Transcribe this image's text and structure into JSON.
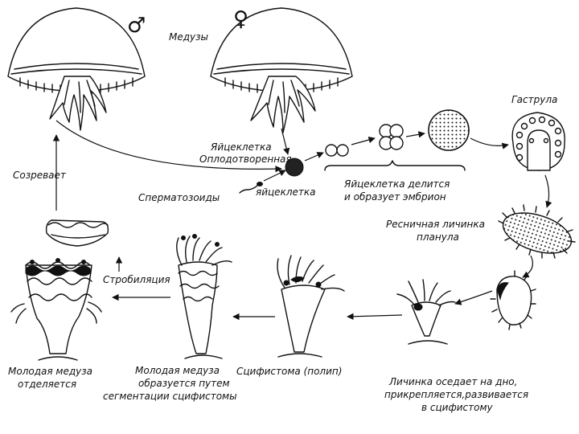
{
  "symbols": {
    "male": "♂",
    "female": "♀"
  },
  "labels": {
    "medusae": "Медузы",
    "egg": "Яйцеклетка",
    "fertilized_1": "Оплодотворенная",
    "fertilized_2": "яйцеклетка",
    "sperm": "Сперматозоиды",
    "divides_1": "Яйцеклетка делится",
    "divides_2": "и образует эмбрион",
    "gastrula": "Гаструла",
    "planula_1": "Ресничная личинка",
    "planula_2": "планула",
    "settles_1": "Личинка оседает на дно,",
    "settles_2": "прикрепляется,развивается",
    "settles_3": "в сцифистому",
    "scyphistoma": "Сцифистома (полип)",
    "young_forms_1": "Молодая медуза",
    "young_forms_2": "образуется путем",
    "young_forms_3": "сегментации сцифистомы",
    "strobilation": "Стробиляция",
    "young_detaches_1": "Молодая медуза",
    "young_detaches_2": "отделяется",
    "matures": "Созревает"
  }
}
